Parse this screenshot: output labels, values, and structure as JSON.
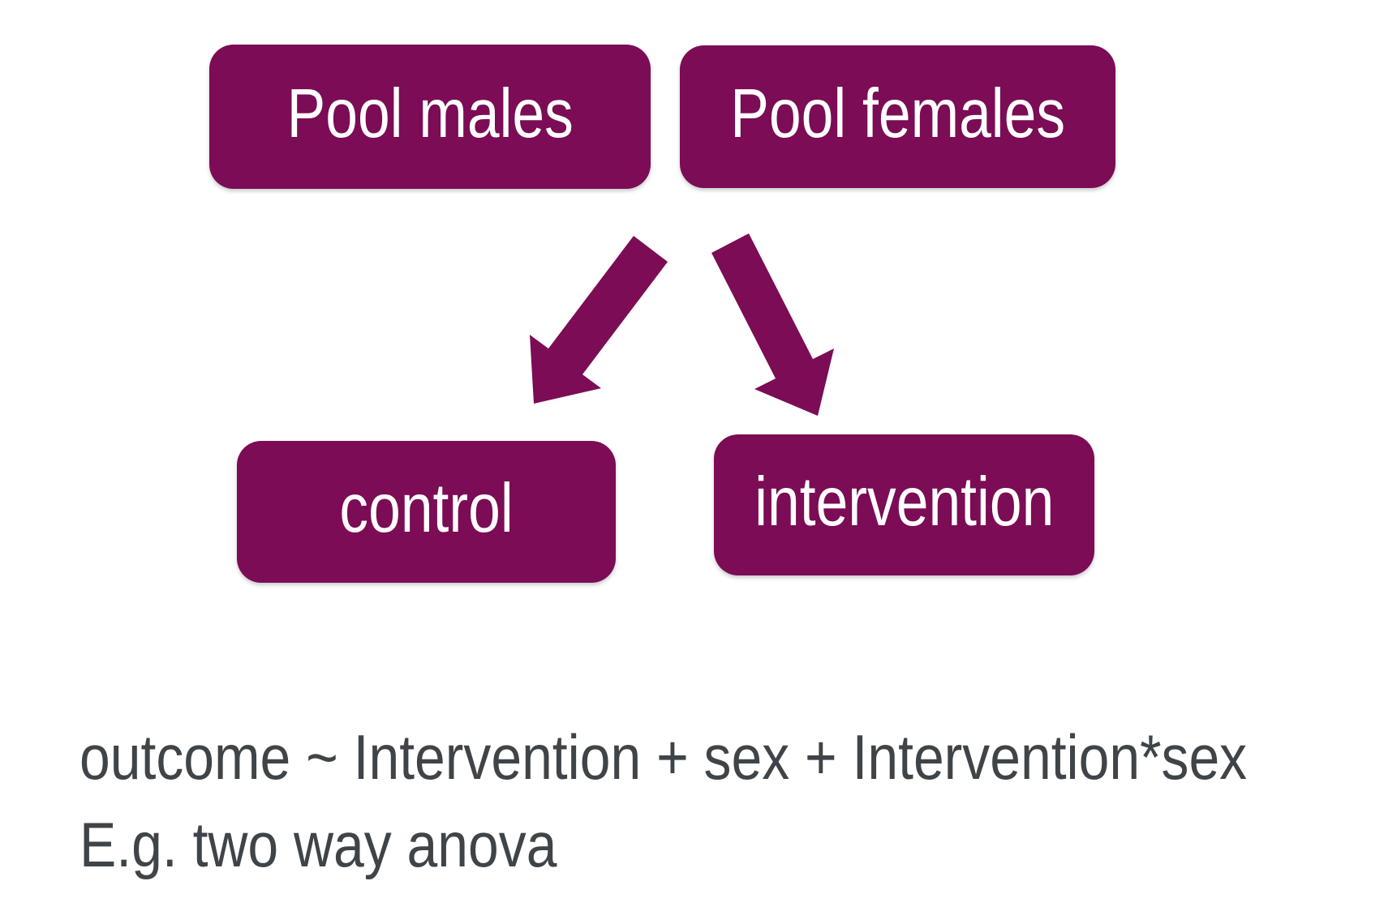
{
  "diagram": {
    "nodes": {
      "pool_males": {
        "label": "Pool males"
      },
      "pool_females": {
        "label": "Pool females"
      },
      "control": {
        "label": "control"
      },
      "intervention": {
        "label": "intervention"
      }
    },
    "arrows": [
      {
        "name": "arrow-to-control",
        "direction": "down-left"
      },
      {
        "name": "arrow-to-intervention",
        "direction": "down-right"
      }
    ]
  },
  "formula": {
    "model": "outcome ~ Intervention + sex + Intervention*sex",
    "example": "E.g. two way anova"
  },
  "colors": {
    "node_fill": "#7b0c55",
    "node_text": "#ffffff",
    "arrow_fill": "#7b0c55",
    "formula_text": "#3f4448",
    "background": "#ffffff"
  }
}
